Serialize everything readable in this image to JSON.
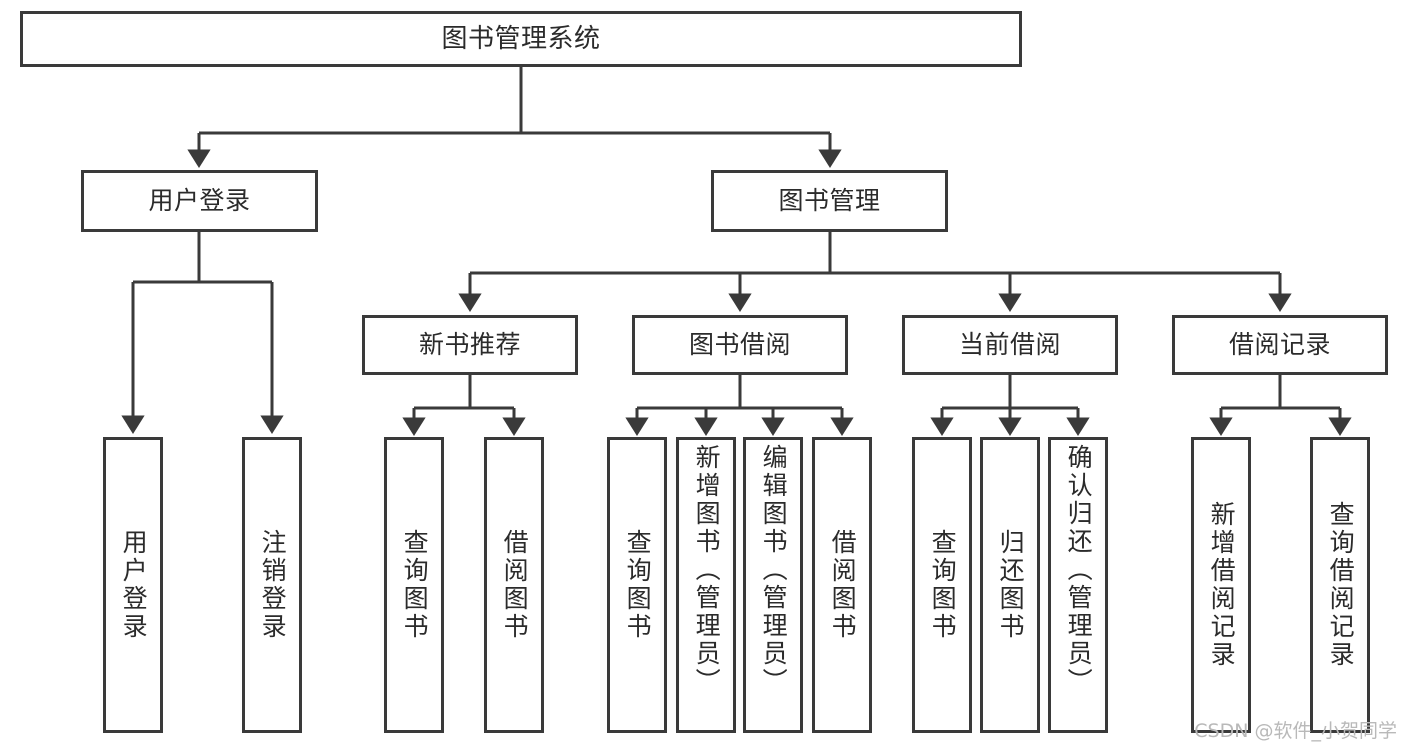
{
  "diagram": {
    "type": "tree",
    "title": "图书管理系统",
    "orientation": "top-down",
    "style": {
      "box_border_color": "#3a3a3a",
      "box_fill_color": "#ffffff",
      "line_color": "#3a3a3a",
      "text_color": "#2b2b2b",
      "background": "#ffffff"
    },
    "root": {
      "label": "图书管理系统"
    },
    "level2": [
      {
        "label": "用户登录"
      },
      {
        "label": "图书管理"
      }
    ],
    "level3": [
      {
        "label": "新书推荐"
      },
      {
        "label": "图书借阅"
      },
      {
        "label": "当前借阅"
      },
      {
        "label": "借阅记录"
      }
    ],
    "leaves": {
      "user_login": [
        {
          "label": "用户登录"
        },
        {
          "label": "注销登录"
        }
      ],
      "new_book_recommend": [
        {
          "label": "查询图书"
        },
        {
          "label": "借阅图书"
        }
      ],
      "book_borrow": [
        {
          "label": "查询图书"
        },
        {
          "label": "新增图书（管理员）"
        },
        {
          "label": "编辑图书（管理员）"
        },
        {
          "label": "借阅图书"
        }
      ],
      "current_borrow": [
        {
          "label": "查询图书"
        },
        {
          "label": "归还图书"
        },
        {
          "label": "确认归还（管理员）"
        }
      ],
      "borrow_record": [
        {
          "label": "新增借阅记录"
        },
        {
          "label": "查询借阅记录"
        }
      ]
    }
  },
  "watermark": {
    "text": "CSDN @软件_小贺同学"
  }
}
